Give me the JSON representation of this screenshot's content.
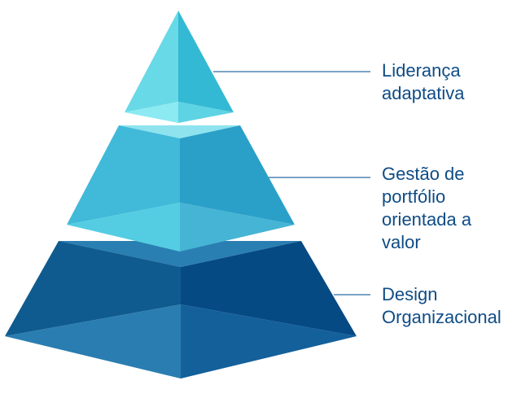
{
  "levels": [
    {
      "label": "Liderança\nadaptativa"
    },
    {
      "label": "Gestão de\nportfólio\norientada a\nvalor"
    },
    {
      "label": "Design\nOrganizacional"
    }
  ],
  "colors": {
    "text": "#0f4c85",
    "connector": "#2a6aa3",
    "top_light": "#66d8e6",
    "top_dark": "#33b9d3",
    "mid_light": "#3fb8d8",
    "mid_dark": "#2ba0c8",
    "bottom_light": "#105e93",
    "bottom_dark": "#064a84"
  }
}
